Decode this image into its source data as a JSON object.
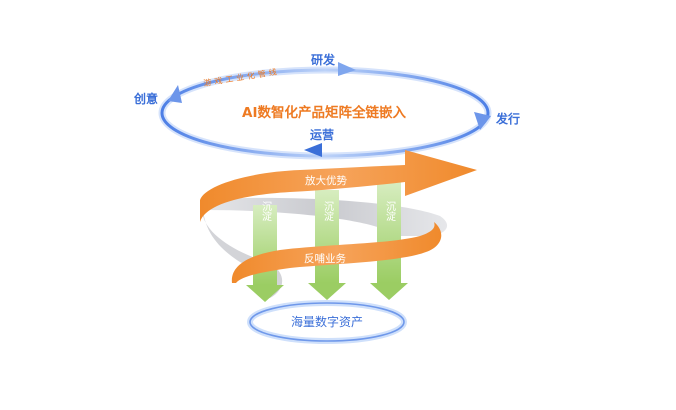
{
  "cycle": {
    "core_title": "AI数智化产品矩阵全链嵌入",
    "arc_label": "游戏工业化管线",
    "stages": {
      "research": "研发",
      "release": "发行",
      "operation": "运营",
      "creative": "创意"
    }
  },
  "spiral": {
    "upper_label": "放大优势",
    "lower_label": "反哺业务"
  },
  "sediment": {
    "labels": [
      "沉淀",
      "沉淀",
      "沉淀"
    ]
  },
  "pool": {
    "label": "海量数字资产"
  },
  "colors": {
    "blue": "#3b6fd8",
    "orange": "#f29a45",
    "green": "#9fd06a",
    "gray": "#cfd0d4"
  }
}
